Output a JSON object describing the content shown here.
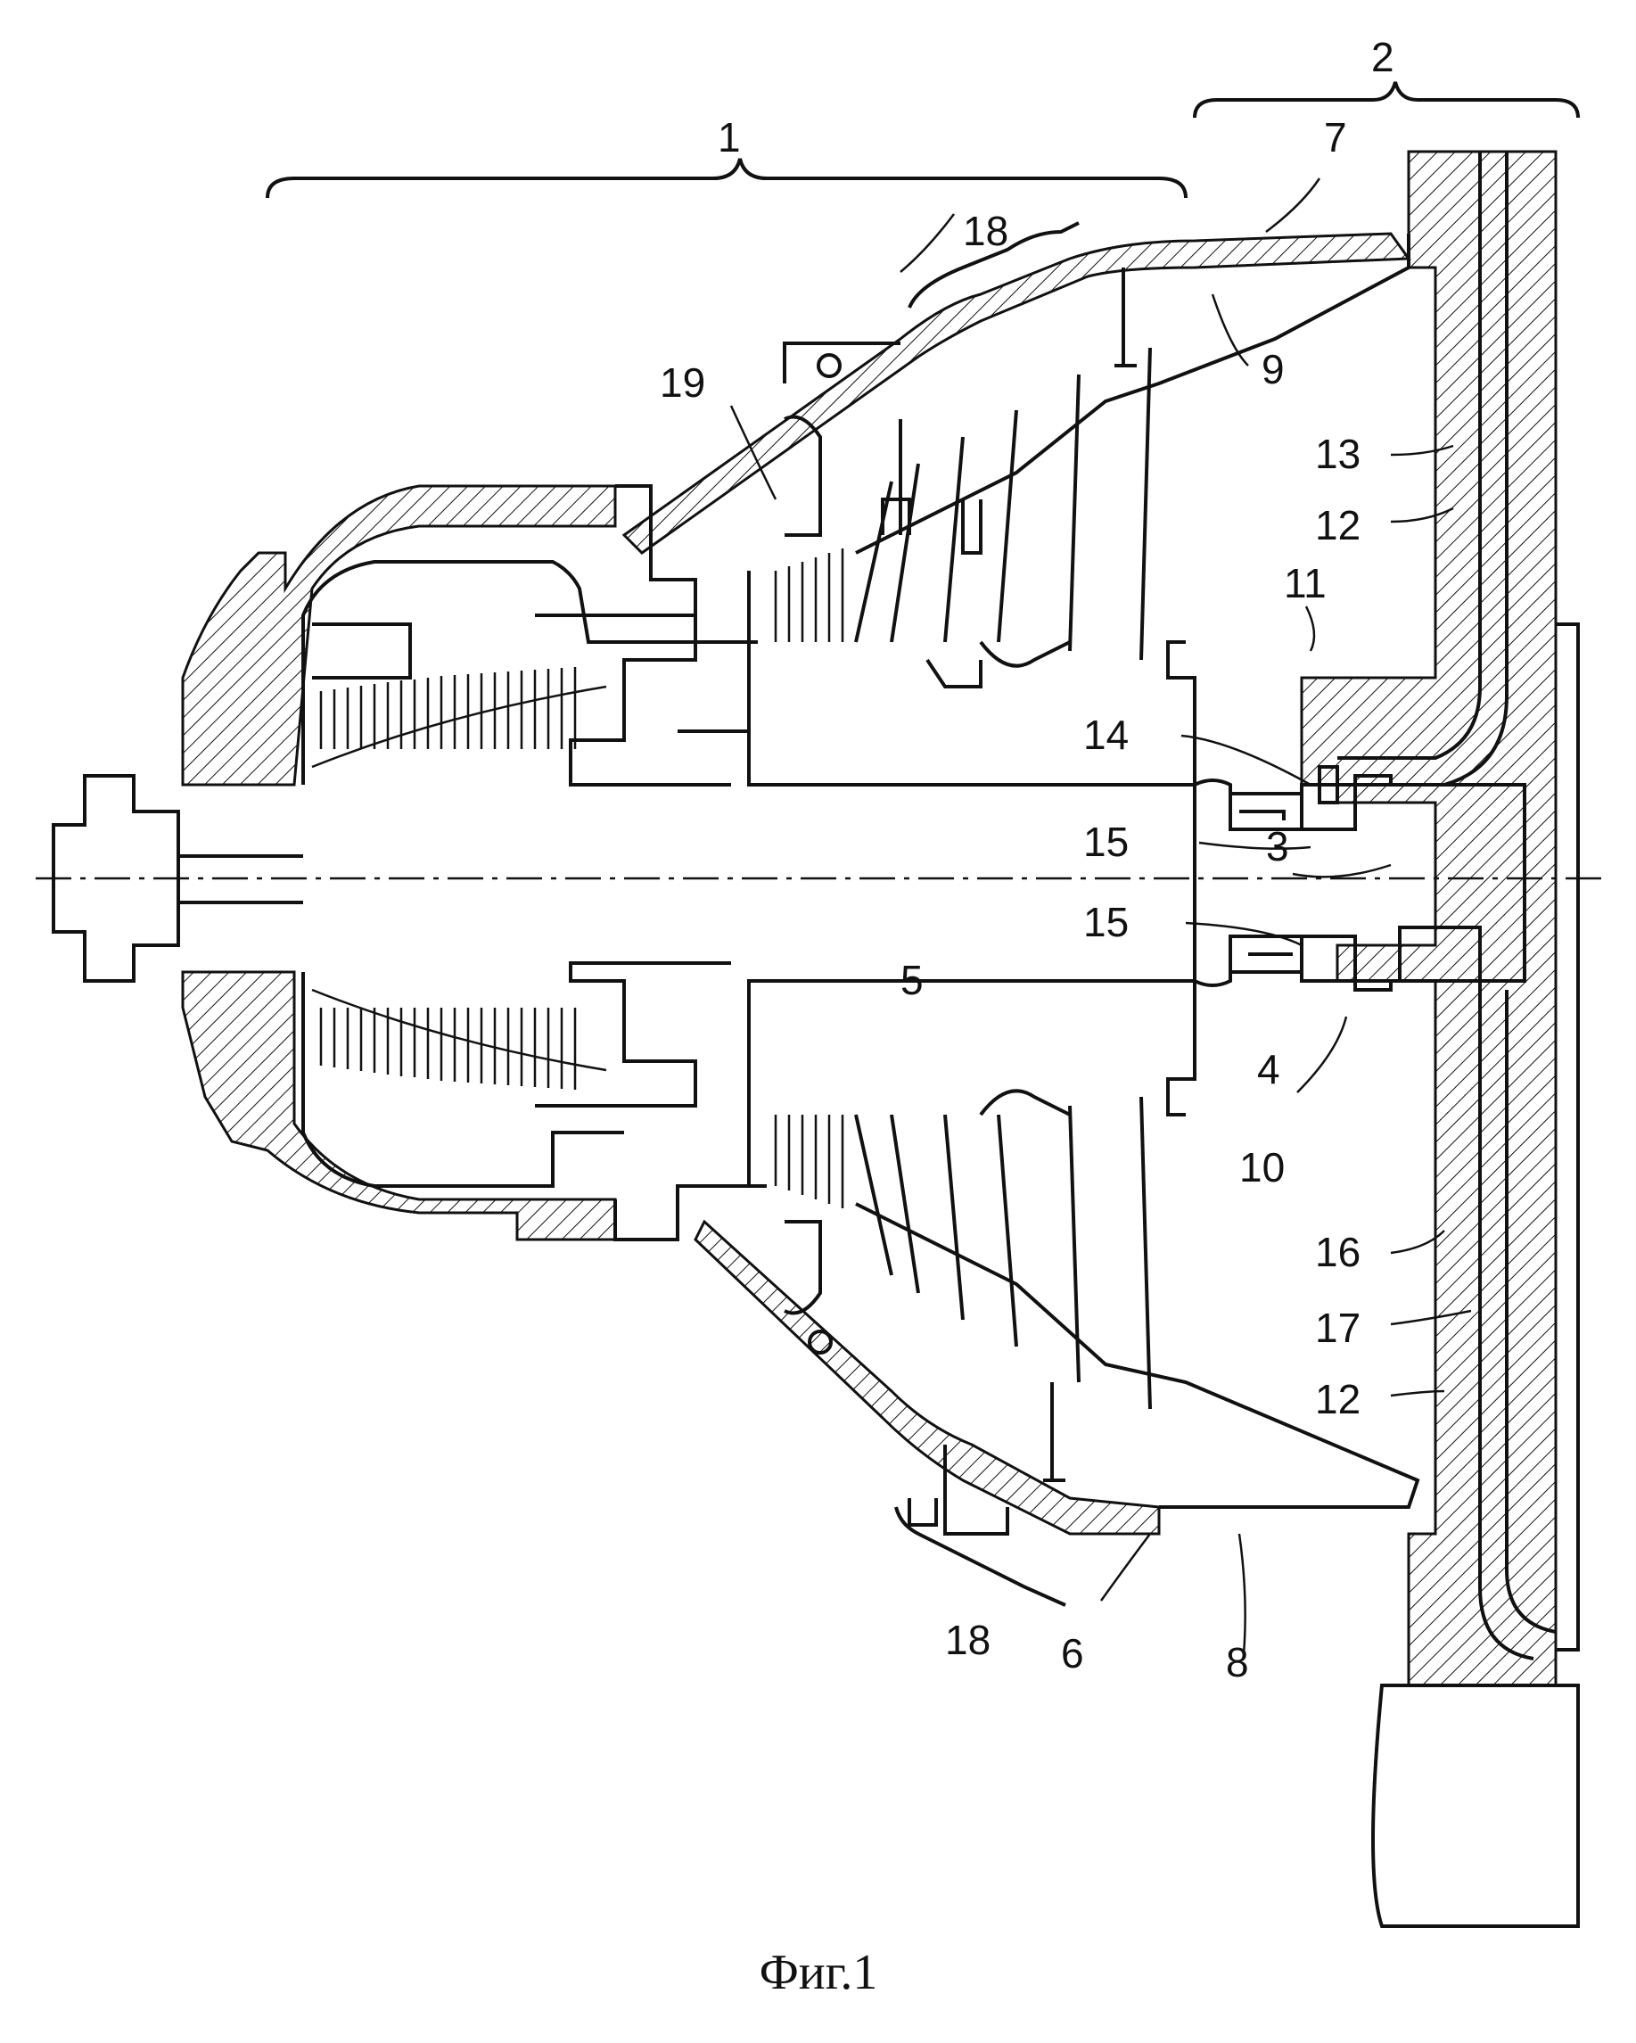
{
  "labels": {
    "l1": "1",
    "l2": "2",
    "l3": "3",
    "l4": "4",
    "l5": "5",
    "l6": "6",
    "l7": "7",
    "l8": "8",
    "l9": "9",
    "l10": "10",
    "l11": "11",
    "l12a": "12",
    "l12b": "12",
    "l13": "13",
    "l14": "14",
    "l15a": "15",
    "l15b": "15",
    "l16": "16",
    "l17": "17",
    "l18a": "18",
    "l18b": "18",
    "l19": "19"
  },
  "caption": "Фиг.1"
}
